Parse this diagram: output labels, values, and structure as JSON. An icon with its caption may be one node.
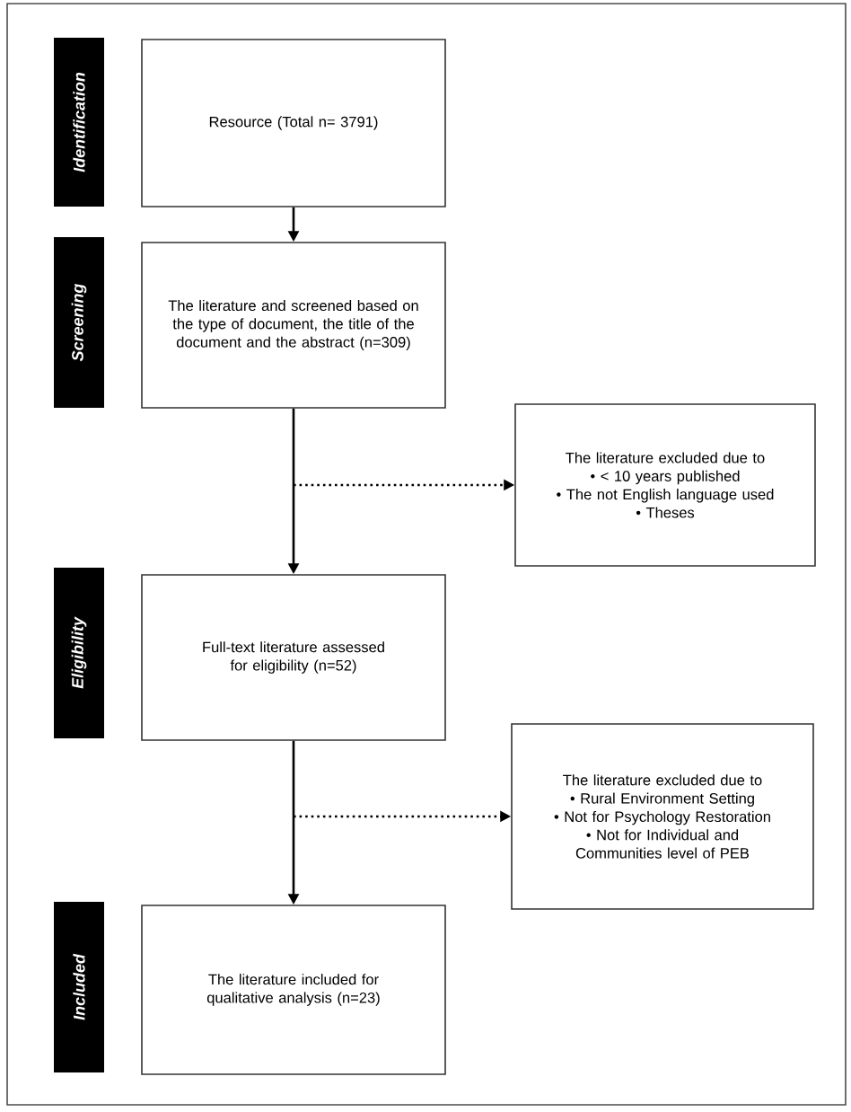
{
  "diagram": {
    "nodes": [
      {
        "text": [
          "Identification"
        ]
      },
      {
        "text": [
          "Resource (Total n= 3791)"
        ]
      },
      {
        "text": [
          "Screening"
        ]
      },
      {
        "text": [
          "The literature and screened based on the type of document, the title of the document and the abstract (n=309)"
        ]
      },
      {
        "text": [
          "The literature excluded due to",
          "• < 10 years published",
          "• The not English language used",
          "• Theses"
        ]
      },
      {
        "text": [
          "Eligibility"
        ]
      },
      {
        "text": [
          "Full-text literature assessed for eligibility (n=52)"
        ]
      },
      {
        "text": [
          "The literature excluded due to",
          "• Rural Environment Setting",
          "• Not for Psychology Restoration",
          "• Not for Individual and Communities level of PEB"
        ]
      },
      {
        "text": [
          "Included"
        ]
      },
      {
        "text": [
          "The literature included for qualitative analysis (n=23)"
        ]
      }
    ],
    "edges": [
      {
        "from": 1,
        "to": 3,
        "arrow": "to"
      },
      {
        "from": 3,
        "to": 6,
        "arrow": "to"
      },
      {
        "from": 3,
        "to": 4,
        "arrow": "to",
        "style": "dashed"
      },
      {
        "from": 6,
        "to": 9,
        "arrow": "to"
      },
      {
        "from": 6,
        "to": 7,
        "arrow": "to",
        "style": "dashed"
      }
    ]
  }
}
